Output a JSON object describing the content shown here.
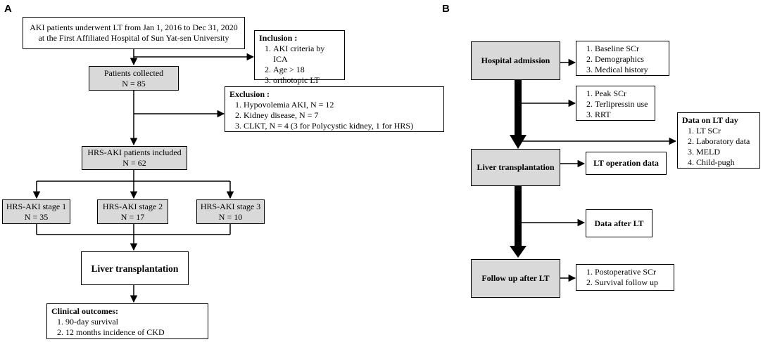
{
  "panel_a": {
    "label": "A",
    "source_line1": "AKI patients underwent LT from Jan 1, 2016 to Dec 31, 2020",
    "source_line2": "at the First Affiliated Hospital of Sun Yat-sen University",
    "inclusion": {
      "heading": "Inclusion :",
      "items": [
        "AKI criteria by ICA",
        "Age > 18",
        "orthotopic LT"
      ]
    },
    "collected": {
      "line1": "Patients collected",
      "line2": "N = 85"
    },
    "exclusion": {
      "heading": "Exclusion :",
      "items": [
        "Hypovolemia AKI, N = 12",
        "Kidney disease, N = 7",
        "CLKT, N = 4 (3 for Polycystic kidney, 1 for HRS)"
      ]
    },
    "included": {
      "line1": "HRS-AKI patients included",
      "line2": "N = 62"
    },
    "stages": [
      {
        "line1": "HRS-AKI stage 1",
        "line2": "N = 35"
      },
      {
        "line1": "HRS-AKI stage 2",
        "line2": "N = 17"
      },
      {
        "line1": "HRS-AKI stage 3",
        "line2": "N = 10"
      }
    ],
    "transplant": "Liver transplantation",
    "outcomes": {
      "heading": "Clinical outcomes:",
      "items": [
        "90-day survival",
        "12 months incidence of CKD"
      ]
    }
  },
  "panel_b": {
    "label": "B",
    "hospital_admission": "Hospital admission",
    "admission_items": [
      "Baseline SCr",
      "Demographics",
      "Medical history"
    ],
    "pre_lt_items": [
      "Peak SCr",
      "Terlipressin use",
      "RRT"
    ],
    "lt_day": {
      "heading": "Data on LT day",
      "items": [
        "LT SCr",
        "Laboratory data",
        "MELD",
        "Child-pugh"
      ]
    },
    "liver_transplantation": "Liver transplantation",
    "lt_operation": "LT operation data",
    "after_lt": "Data after LT",
    "follow_up": "Follow up after LT",
    "follow_items": [
      "Postoperative SCr",
      "Survival follow up"
    ]
  }
}
